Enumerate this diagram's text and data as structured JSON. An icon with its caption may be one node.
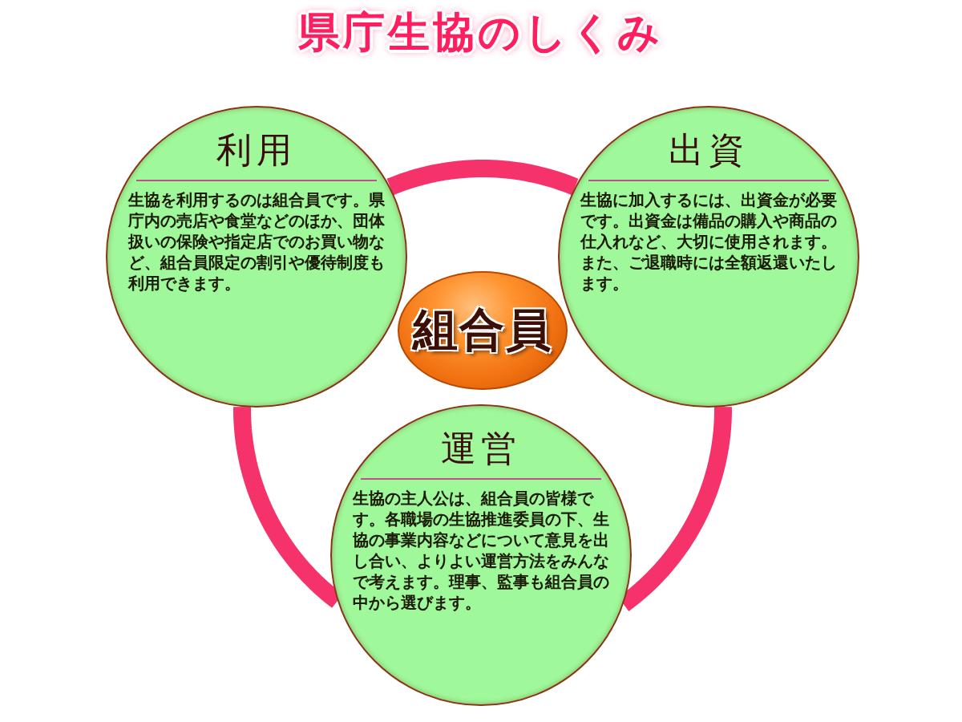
{
  "diagram": {
    "title": "県庁生協のしくみ",
    "nodes": [
      {
        "text": [
          "利用",
          "生協を利用するのは組合員です。県庁内の売店や食堂などのほか、団体扱いの保険や指定店でのお買い物など、組合員限定の割引や優待制度も利用できます。"
        ]
      },
      {
        "text": [
          "出資",
          "生協に加入するには、出資金が必要です。出資金は備品の購入や商品の仕入れなど、大切に使用されます。また、ご退職時には全額返還いたします。"
        ]
      },
      {
        "text": [
          "組合員"
        ]
      },
      {
        "text": [
          "運営",
          "生協の主人公は、組合員の皆様です。各職場の生協推進委員の下、生協の事業内容などについて意見を出し合い、よりよい運営方法をみんなで考えます。理事、監事も組合員の中から選びます。"
        ]
      }
    ],
    "edges": [
      {
        "from": 0,
        "to": 1,
        "arrow": "none"
      },
      {
        "from": 1,
        "to": 3,
        "arrow": "none"
      },
      {
        "from": 3,
        "to": 0,
        "arrow": "none"
      }
    ]
  }
}
